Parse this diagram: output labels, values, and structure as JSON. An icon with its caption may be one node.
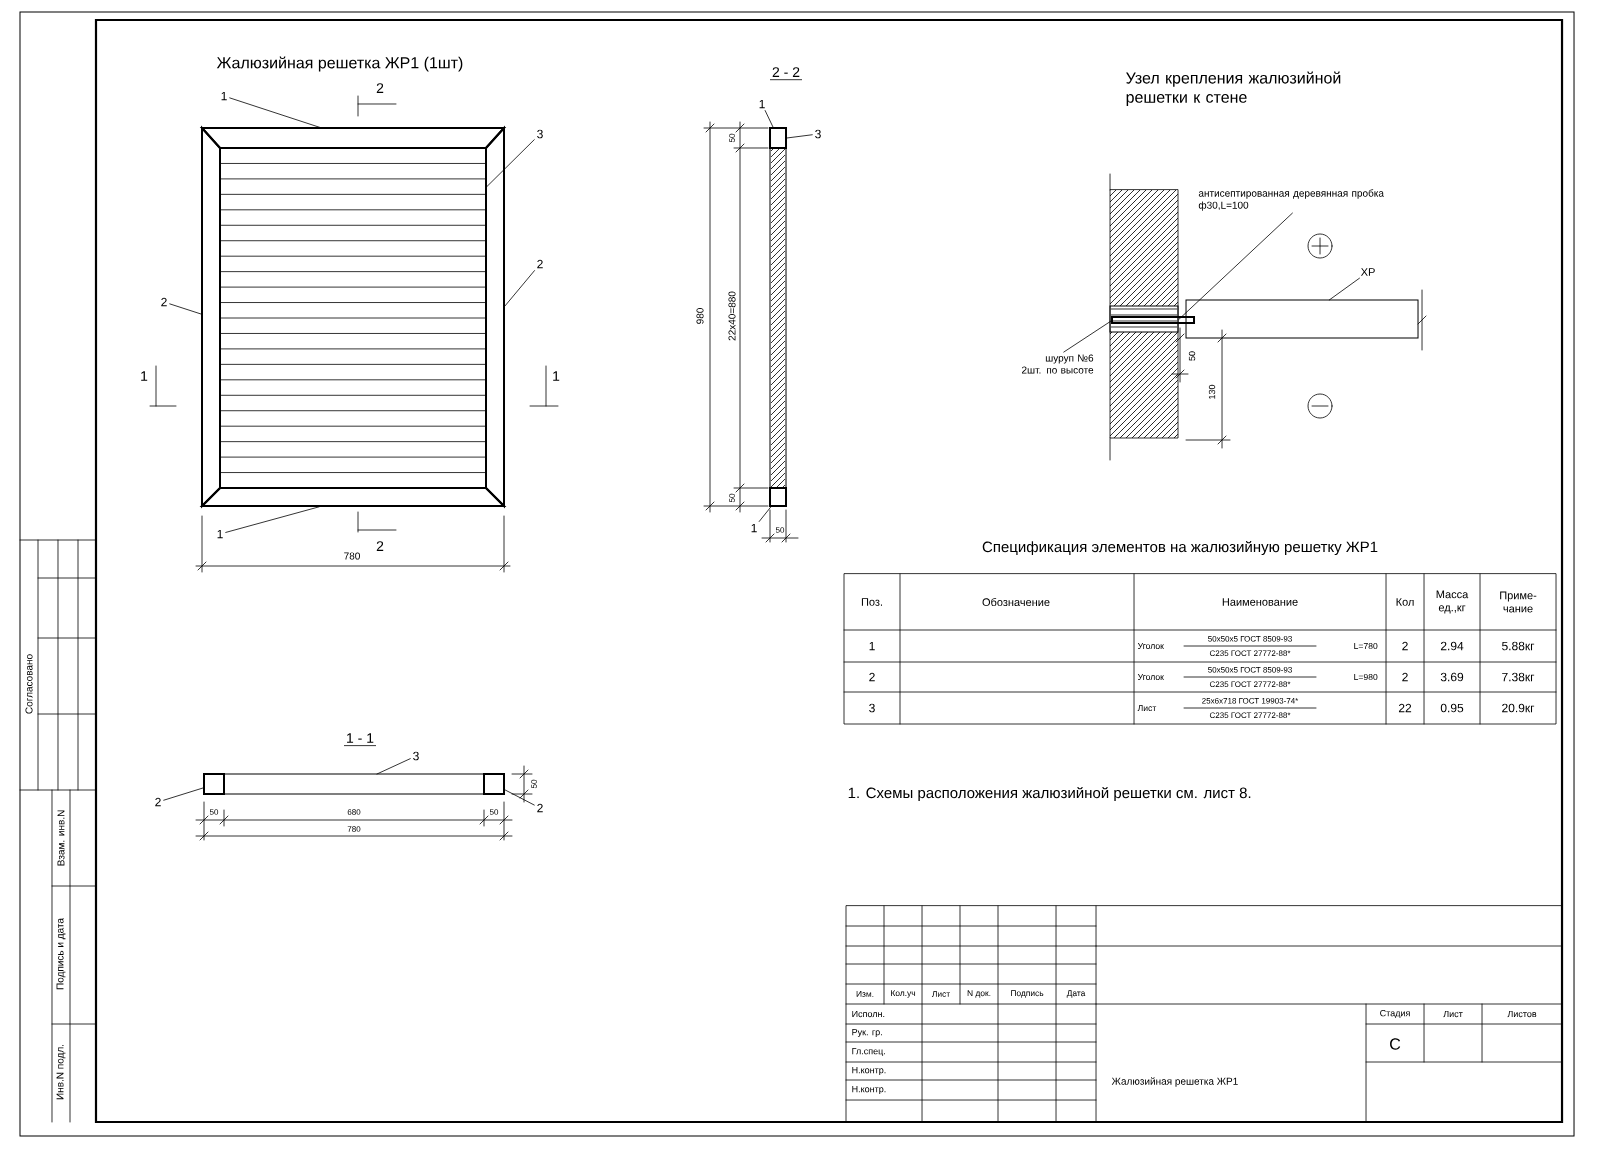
{
  "diagram": {
    "nodes": [
      {
        "text": [
          "1"
        ]
      },
      {
        "text": [
          "3"
        ]
      },
      {
        "text": [
          "2"
        ]
      },
      {
        "text": [
          "2"
        ]
      },
      {
        "text": [
          "1"
        ]
      },
      {
        "text": [
          "1"
        ]
      },
      {
        "text": [
          "3"
        ]
      },
      {
        "text": [
          "1"
        ]
      },
      {
        "text": [
          "3"
        ]
      },
      {
        "text": [
          "2"
        ]
      },
      {
        "text": [
          "2"
        ]
      },
      {
        "text": [
          "антисептированная деревянная пробка ф30,L=100"
        ]
      },
      {
        "text": [
          "XP"
        ]
      },
      {
        "text": [
          "шуруп №6 2шт. по высоте"
        ]
      },
      {
        "text": [],
        "shape": "bar"
      },
      {
        "text": [],
        "shape": "bar"
      },
      {
        "text": [],
        "shape": "bar"
      },
      {
        "text": [],
        "shape": "bar"
      },
      {
        "text": [],
        "shape": "box"
      },
      {
        "text": [],
        "shape": "bar"
      },
      {
        "text": [],
        "shape": "box"
      },
      {
        "text": [],
        "shape": "bar"
      },
      {
        "text": [],
        "shape": "bar"
      },
      {
        "text": [],
        "shape": "box"
      },
      {
        "text": [],
        "shape": "bar"
      },
      {
        "text": [],
        "shape": "box"
      },
      {
        "text": [],
        "shape": "bar"
      },
      {
        "text": [],
        "shape": "box"
      }
    ],
    "edges": [
      {
        "from": 0,
        "to": 14,
        "arrow": "none"
      },
      {
        "from": 1,
        "to": 18,
        "arrow": "none"
      },
      {
        "from": 2,
        "to": 15,
        "arrow": "none"
      },
      {
        "from": 3,
        "to": 16,
        "arrow": "none"
      },
      {
        "from": 4,
        "to": 17,
        "arrow": "none"
      },
      {
        "from": 5,
        "to": 19,
        "arrow": "none"
      },
      {
        "from": 6,
        "to": 20,
        "arrow": "none"
      },
      {
        "from": 7,
        "to": 21,
        "arrow": "none"
      },
      {
        "from": 8,
        "to": 23,
        "arrow": "none"
      },
      {
        "from": 9,
        "to": 22,
        "arrow": "none"
      },
      {
        "from": 10,
        "to": 24,
        "arrow": "none"
      },
      {
        "from": 11,
        "to": 25,
        "arrow": "none"
      },
      {
        "from": 12,
        "to": 27,
        "arrow": "none"
      },
      {
        "from": 13,
        "to": 26,
        "arrow": "none"
      }
    ],
    "labels": [
      "Жалюзийная решетка ЖР1 (1шт)",
      "2 - 2",
      "Узел крепления жалюзийной решетки к стене",
      "2",
      "1",
      "1",
      "980",
      "50",
      "22х40=880",
      "50",
      "50",
      "130",
      "2",
      "50",
      "780",
      "Спецификация  элементов на жалюзийную решетку ЖР1",
      "Поз.",
      "Обозначение",
      "Наименование",
      "Кол",
      "Масса ед.,кг",
      "Приме- чание",
      "1",
      "Уголок",
      "50х50х5 ГОСТ 8509-93",
      "С235 ГОСТ 27772-88*",
      "L=780",
      "2",
      "2.94",
      "5.88кг",
      "2",
      "Уголок",
      "50х50х5 ГОСТ 8509-93",
      "С235 ГОСТ 27772-88*",
      "L=980",
      "2",
      "3.69",
      "7.38кг",
      "3",
      "Лист",
      "25х6х718 ГОСТ 19903-74*",
      "С235 ГОСТ 27772-88*",
      "22",
      "0.95",
      "20.9кг",
      "1 - 1",
      "50",
      "50",
      "680",
      "50",
      "780",
      "1. Схемы расположения жалюзийной решетки см. лист 8.",
      "Согласовано",
      "Взам. инв.N",
      "Подпись и дата",
      "Инв.N подл.",
      "Изм.",
      "Кол.уч",
      "Лист",
      "N док.",
      "Подпись",
      "Дата",
      "Исполн.",
      "Рук. гр.",
      "Гл.спец.",
      "Н.контр.",
      "Н.контр.",
      "Стадия",
      "Лист",
      "Листов",
      "С",
      "Жалюзийная решетка ЖР1"
    ]
  }
}
